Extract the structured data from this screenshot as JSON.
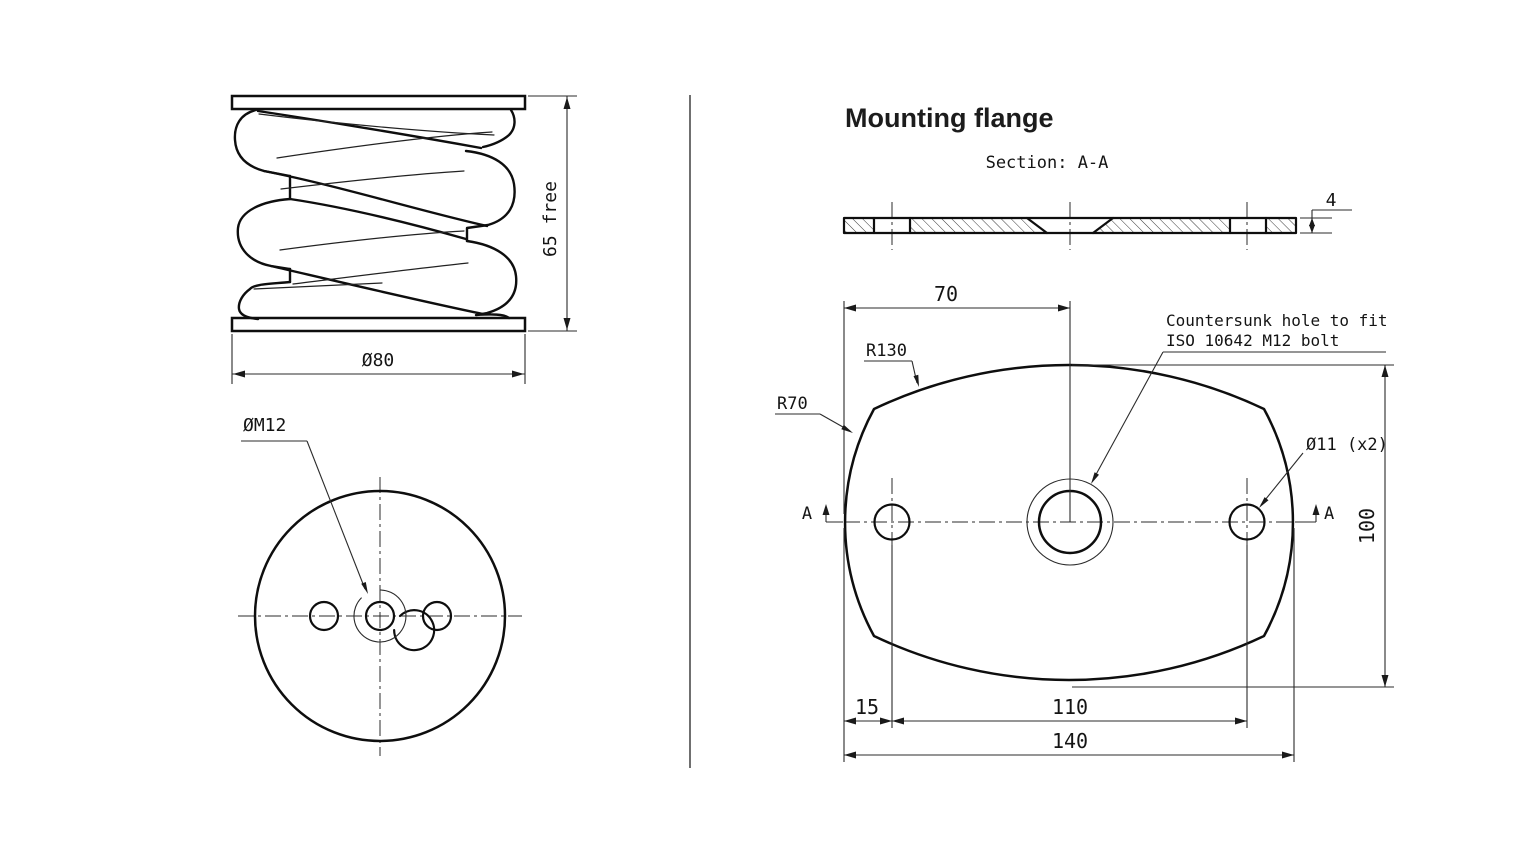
{
  "title": "Mounting flange",
  "section": {
    "label": "Section: A-A",
    "thickness": "4",
    "marker": "A"
  },
  "spring_views": {
    "free_height": "65 free",
    "outer_diameter": "Ø80",
    "center_thread": "ØM12"
  },
  "flange_plan": {
    "center_offset": "70",
    "outer_radius": "R130",
    "side_radius": "R70",
    "note_line1": "Countersunk hole to fit",
    "note_line2": "ISO 10642 M12 bolt",
    "hole_callout": "Ø11 (x2)",
    "height": "100",
    "edge_to_hole": "15",
    "hole_spacing": "110",
    "overall_width": "140"
  }
}
